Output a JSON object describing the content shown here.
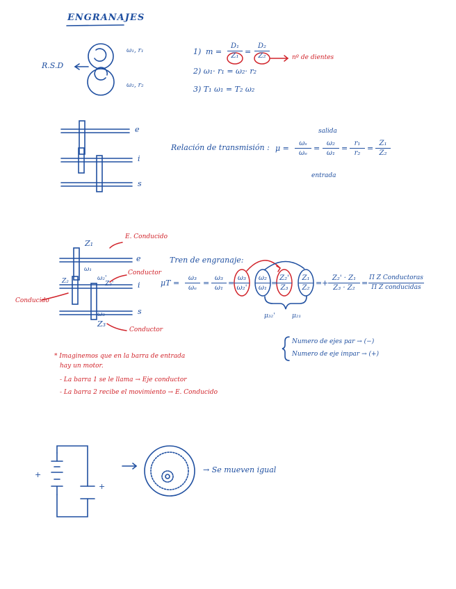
{
  "title": "ENGRANAJES",
  "colors": {
    "ink_blue": "#1f4fa0",
    "ink_red": "#d1232a"
  },
  "section1": {
    "rsd": "R.S.D",
    "w1r1": "ω₁, r₁",
    "w2r2": "ω₂, r₂",
    "eq1_prefix": "1)",
    "eq1_m": "m =",
    "eq1_d1": "D₁",
    "eq1_z1": "Z₁",
    "eq1_d2": "D₂",
    "eq1_z2": "Z₂",
    "eq1_note": "nº de dientes",
    "eq2": "2)  ω₁· r₁ = ω₂· r₂",
    "eq3": "3)  T₁ ω₁ = T₂ ω₂"
  },
  "section2": {
    "shaft_e": "e",
    "shaft_i": "i",
    "shaft_s": "s",
    "relacion": "Relación de transmisión :",
    "mu": "μ =",
    "salida": "salida",
    "entrada": "entrada",
    "f1_num": "ωₛ",
    "f1_den": "ωₑ",
    "f2_num": "ω₂",
    "f2_den": "ω₁",
    "f3_num": "r₁",
    "f3_den": "r₂",
    "f4_num": "Z₁",
    "f4_den": "Z₂",
    "eq_sign": "="
  },
  "section3": {
    "e_conducido_top": "E. Conducido",
    "z1": "Z₁",
    "w1": "ω₁",
    "z2": "Z₂",
    "w2p": "ω₂'",
    "z2p": "Z₂'",
    "conductor": "Conductor",
    "conducido_left": "Conducido",
    "w3": "ω₃",
    "z3": "Z₃",
    "conductor_bottom": "Conductor",
    "shaft_e": "e",
    "shaft_i": "i",
    "shaft_s": "s",
    "tren": "Tren de engranaje:",
    "mu_t": "μT =",
    "a_num": "ω₃",
    "a_den": "ωₑ",
    "b_num": "ω₃",
    "b_den": "ω₁",
    "c_num": "ω₃",
    "c_den": "ω₂'",
    "d_num": "ω₂",
    "d_den": "ω₁",
    "e_num": "Z₂'",
    "e_den": "Z₃",
    "f_num": "Z₁",
    "f_den": "Z₂",
    "g_num": "Z₂' · Z₁",
    "g_den": "Z₃ · Z₂",
    "h_num": "Π Z Conductoras",
    "h_den": "Π Z conducidas",
    "plus": "+",
    "mu32": "μ₃₂'",
    "mu21": "μ₂₁",
    "par": "Numero de ejes par → (−)",
    "impar": "Numero de eje impar → (+)",
    "note1": "* Imaginemos que en la barra de entrada",
    "note1b": "hay un motor.",
    "note2": "- La barra 1 se le llama → Eje conductor",
    "note3": "- La barra 2 recibe el movimiento → E. Conducido"
  },
  "section4": {
    "plus_left": "+",
    "plus_right": "+",
    "arrow": "→",
    "mueven": "→ Se mueven igual"
  }
}
